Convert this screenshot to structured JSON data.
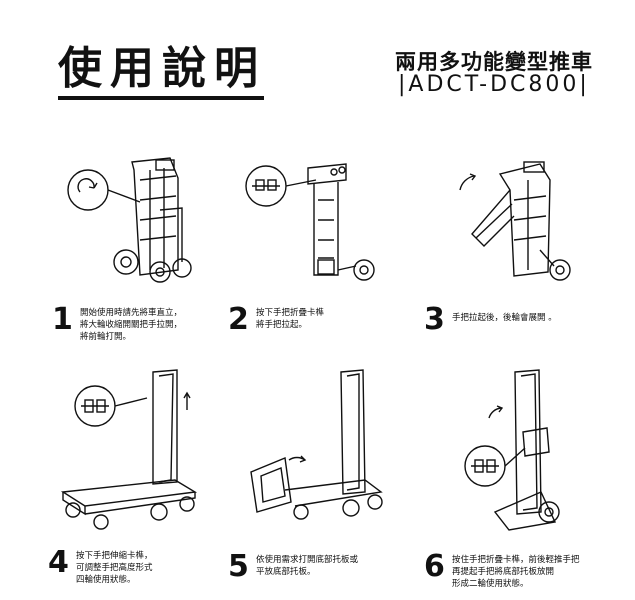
{
  "header": {
    "title": "使用說明",
    "subtitle": "兩用多功能變型推車",
    "model": "|ADCT-DC800|"
  },
  "steps": [
    {
      "number": "1",
      "lines": [
        "開始使用時請先將車直立，",
        "將大輪收縮開關把手拉開，",
        "將前輪打開。"
      ]
    },
    {
      "number": "2",
      "lines": [
        "按下手把折疊卡榫",
        "將手把拉起。"
      ]
    },
    {
      "number": "3",
      "lines": [
        "手把拉起後，後輪會展開 。"
      ]
    },
    {
      "number": "4",
      "lines": [
        "按下手把伸縮卡榫，",
        "可調整手把高度形式",
        "四輪使用狀態。"
      ]
    },
    {
      "number": "5",
      "lines": [
        "依使用需求打開底部托板或",
        "平放底部托板。"
      ]
    },
    {
      "number": "6",
      "lines": [
        "按住手把折疊卡榫，前後輕推手把",
        "再提起手把將底部托板放開",
        "形成二輪使用狀態。"
      ]
    }
  ],
  "illustrations": [
    {
      "icon": "cart-upright-handle-release-icon"
    },
    {
      "icon": "cart-handle-lock-detail-icon"
    },
    {
      "icon": "cart-handle-rotate-icon"
    },
    {
      "icon": "cart-four-wheel-extend-icon"
    },
    {
      "icon": "cart-base-plate-fold-icon"
    },
    {
      "icon": "cart-two-wheel-mode-icon"
    }
  ]
}
